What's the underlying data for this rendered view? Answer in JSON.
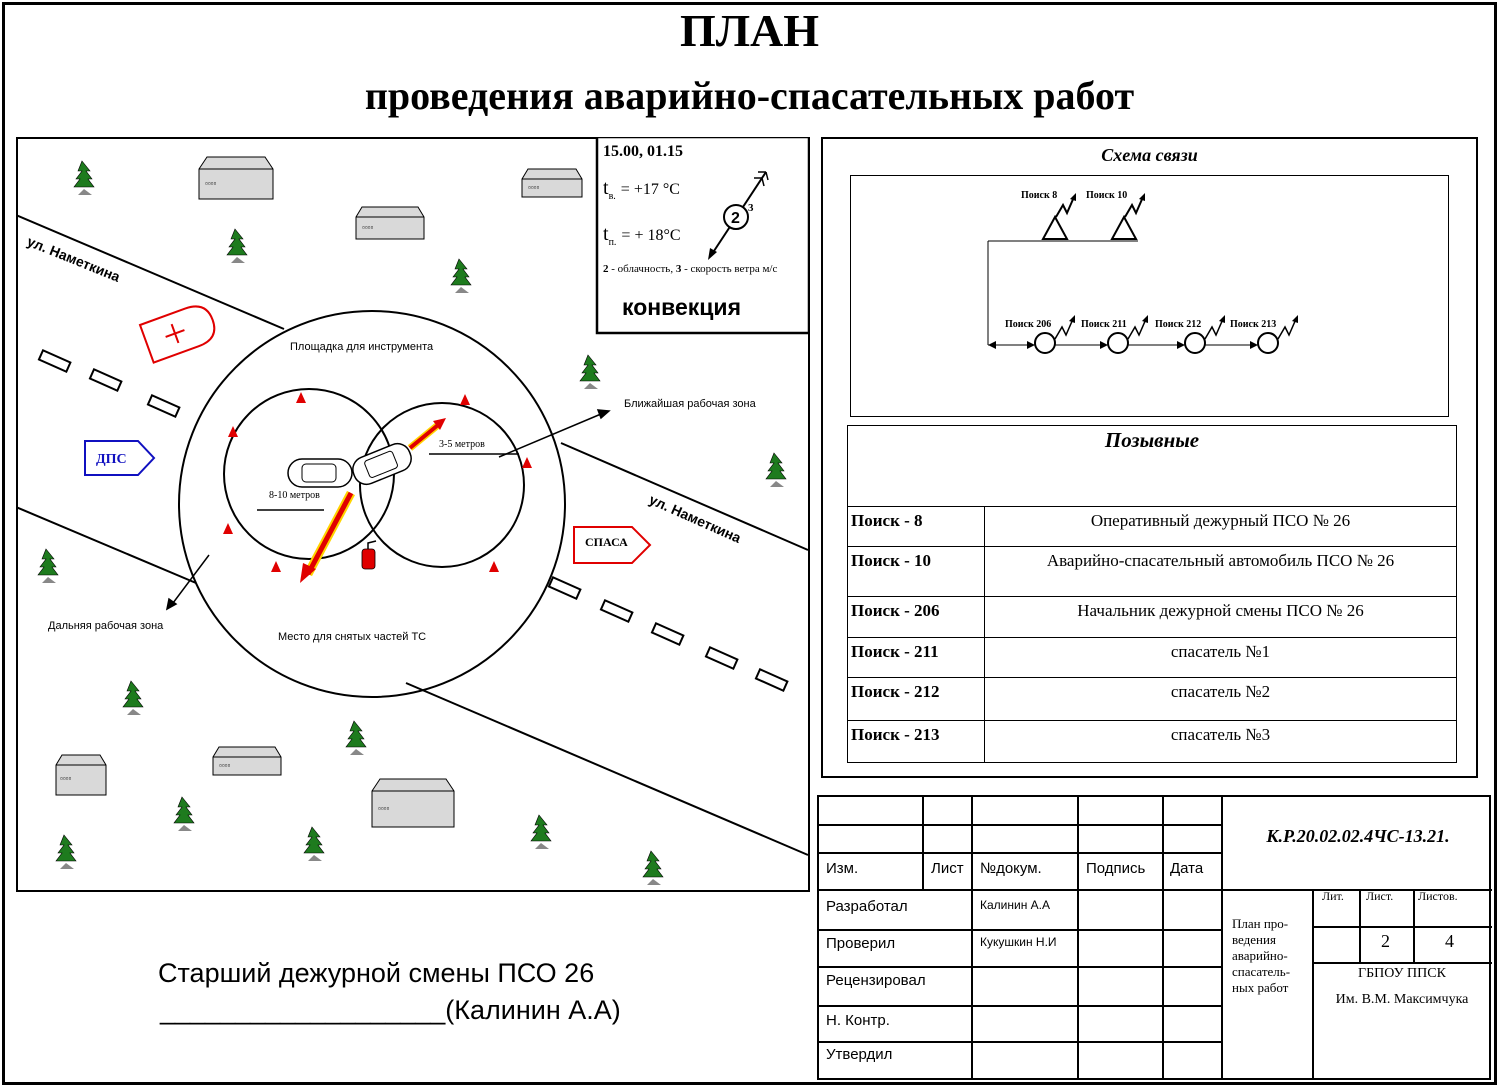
{
  "title": "ПЛАН",
  "subtitle": "проведения аварийно-спасательных работ",
  "weather": {
    "time": "15.00, 01.15",
    "t_air_label": "t",
    "t_air_sub": "в.",
    "t_air_value": "= +17 °C",
    "t_soil_label": "t",
    "t_soil_sub": "п.",
    "t_soil_value": "= + 18°C",
    "wind_cloud": "2",
    "wind_speed": "3",
    "legend_cloud_num": "2",
    "legend_cloud_text": " - облачность, ",
    "legend_wind_num": "3",
    "legend_wind_text": " - скорость ветра м/с",
    "mode": "конвекция"
  },
  "map": {
    "street_top": "ул.   Наметкина",
    "street_bottom": "ул.   Наметкина",
    "dps_label": "ДПС",
    "spasa_label": "СПАСА",
    "tools_area": "Площадка для инструмента",
    "nearest_zone": "Ближайшая рабочая зона",
    "far_zone": "Дальняя рабочая зона",
    "removed_parts": "Место для снятых частей ТС",
    "dist_inner": "3-5 метров",
    "dist_outer": "8-10 метров"
  },
  "comm": {
    "title": "Схема связи",
    "nodes_top": [
      "Поиск 8",
      "Поиск 10"
    ],
    "nodes_bottom": [
      "Поиск 206",
      "Поиск 211",
      "Поиск 212",
      "Поиск 213"
    ]
  },
  "callsigns": {
    "title": "Позывные",
    "rows": [
      {
        "code": "Поиск - 8",
        "desc": "Оперативный дежурный ПСО № 26"
      },
      {
        "code": "Поиск - 10",
        "desc": "Аварийно-спасательный автомобиль ПСО № 26"
      },
      {
        "code": "Поиск - 206",
        "desc": "Начальник дежурной смены ПСО № 26"
      },
      {
        "code": "Поиск - 211",
        "desc": "спасатель №1"
      },
      {
        "code": "Поиск - 212",
        "desc": "спасатель №2"
      },
      {
        "code": "Поиск - 213",
        "desc": "спасатель №3"
      }
    ]
  },
  "signature": {
    "line1": "Старший дежурной смены ПСО 26",
    "line2": "___________________(Калинин А.А)"
  },
  "stamp": {
    "doc_code": "К.Р.20.02.02.4ЧС-13.21.",
    "col_izm": "Изм.",
    "col_list": "Лист",
    "col_doc": "№докум.",
    "col_sign": "Подпись",
    "col_date": "Дата",
    "role_dev": "Разработал",
    "role_check": "Проверил",
    "role_review": "Рецензировал",
    "role_norm": "Н. Контр.",
    "role_approve": "Утвердил",
    "name_dev": "Калинин А.А",
    "name_check": "Кукушкин Н.И",
    "doc_title_lines": [
      "План про-",
      "ведения",
      "аварийно-",
      "спасатель-",
      "ных работ"
    ],
    "lit_label": "Лит.",
    "list_label": "Лист.",
    "lists_label": "Листов.",
    "sheet": "2",
    "sheets": "4",
    "org_line1": "ГБПОУ ППСК",
    "org_line2": "Им. В.М. Максимчука"
  }
}
